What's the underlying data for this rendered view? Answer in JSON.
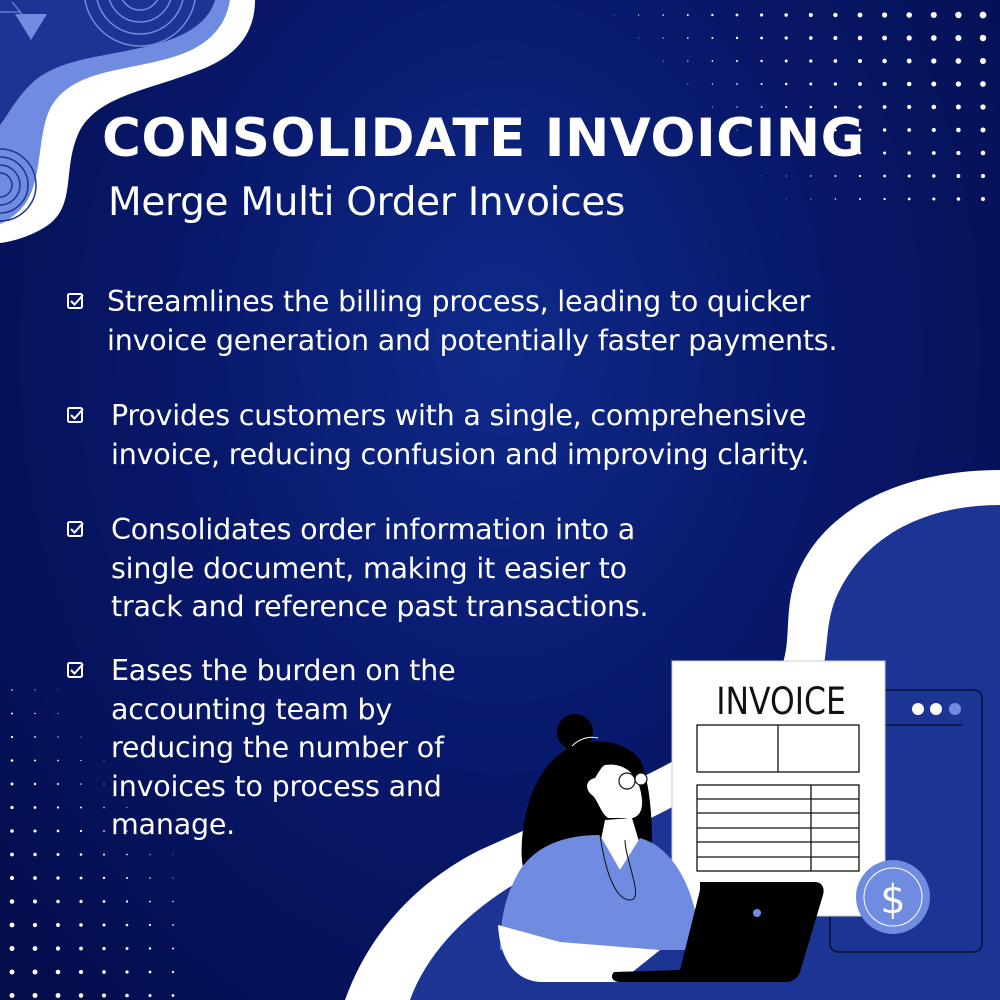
{
  "header": {
    "title": "CONSOLIDATE INVOICING",
    "subtitle": "Merge Multi Order Invoices"
  },
  "bullets": [
    {
      "icon": "checkbox-checked-icon",
      "text": "Streamlines the billing process, leading to quicker\ninvoice generation and potentially faster payments."
    },
    {
      "icon": "checkbox-checked-icon",
      "text": "Provides customers with a single, comprehensive\ninvoice, reducing confusion and improving clarity."
    },
    {
      "icon": "checkbox-checked-icon",
      "text": "Consolidates order information into a\nsingle document, making it easier to\ntrack and reference past transactions."
    },
    {
      "icon": "checkbox-checked-icon",
      "text": "Eases the burden on the\naccounting team by\nreducing the number of\ninvoices to process and\nmanage."
    }
  ],
  "illustration": {
    "document_label": "INVOICE",
    "coin_symbol": "$"
  },
  "colors": {
    "background_dark": "#040c4a",
    "background_mid": "#0f2a8a",
    "accent_blue": "#1c3594",
    "light_blue": "#6f8ce0",
    "white": "#ffffff",
    "ink": "#000000"
  }
}
